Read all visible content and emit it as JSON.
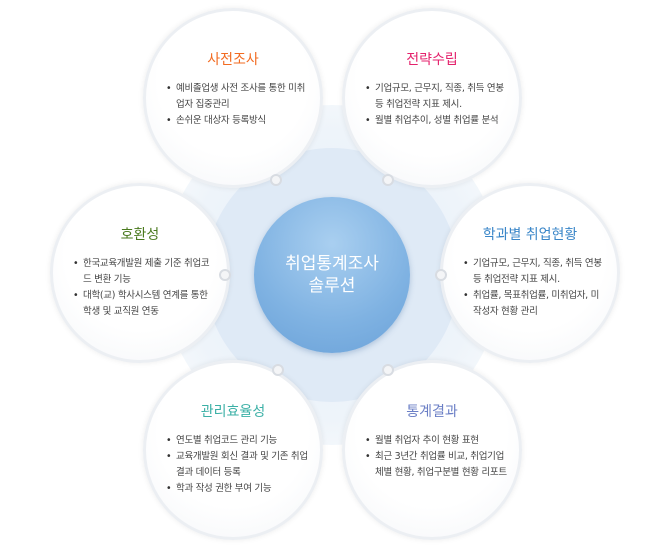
{
  "center": {
    "line1": "취업통계조사",
    "line2": "솔루션",
    "color": "#7fb2e2"
  },
  "nodes": [
    {
      "title": "사전조사",
      "color": "#f26b21",
      "items": [
        "예비졸업생 사전 조사를 통한 미취업자 집중관리",
        "손쉬운 대상자 등록방식"
      ]
    },
    {
      "title": "전략수립",
      "color": "#e4226c",
      "items": [
        "기업규모, 근무지, 직종, 취득 연봉 등 취업전략 지표 제시.",
        "월별 취업추이, 성별 취업률 분석"
      ]
    },
    {
      "title": "호환성",
      "color": "#4a7a1e",
      "items": [
        "한국교육개발원 제출 기준 취업코드 변환 기능",
        "대학(교) 학사시스템 연계를 통한 학생 및 교직원 연동"
      ]
    },
    {
      "title": "학과별 취업현황",
      "color": "#3a86c8",
      "items": [
        "기업규모, 근무지, 직종, 취득 연봉 등 취업전략 지표 제시.",
        "취업률, 목표취업률, 미취업자, 미작성자 현황 관리"
      ]
    },
    {
      "title": "관리효율성",
      "color": "#3bb0a6",
      "items": [
        "연도별 취업코드 관리 기능",
        "교육개발원 회신 결과 및 기존 취업결과 데이터 등록",
        "학과 작성 권한 부여 기능"
      ]
    },
    {
      "title": "통계결과",
      "color": "#6b7fc6",
      "items": [
        "월별 취업자 추이 현황 표현",
        "최근 3년간 취업률 비교, 취업기업체별 현황, 취업구분별 현황 리포트"
      ]
    }
  ]
}
